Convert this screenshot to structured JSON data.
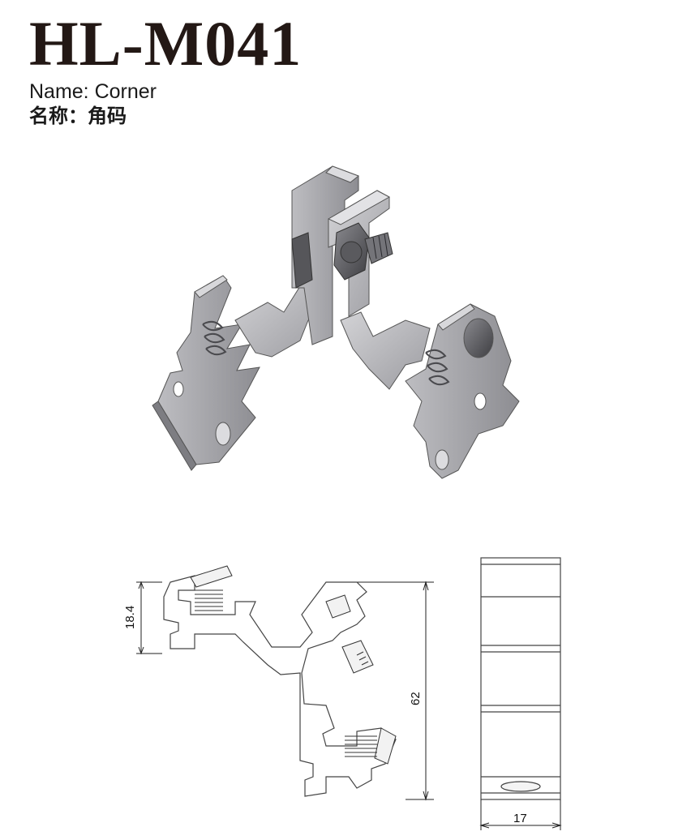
{
  "product": {
    "model": "HL-M041",
    "name_en": "Name: Corner",
    "name_zh": "名称：角码"
  },
  "dimensions": {
    "height_small": "18.4",
    "height_total": "62",
    "width": "17"
  },
  "colors": {
    "title": "#231815",
    "metal_light": "#c9c9cb",
    "metal_mid": "#a2a2a6",
    "metal_dark": "#6f6f74",
    "line": "#333333"
  }
}
